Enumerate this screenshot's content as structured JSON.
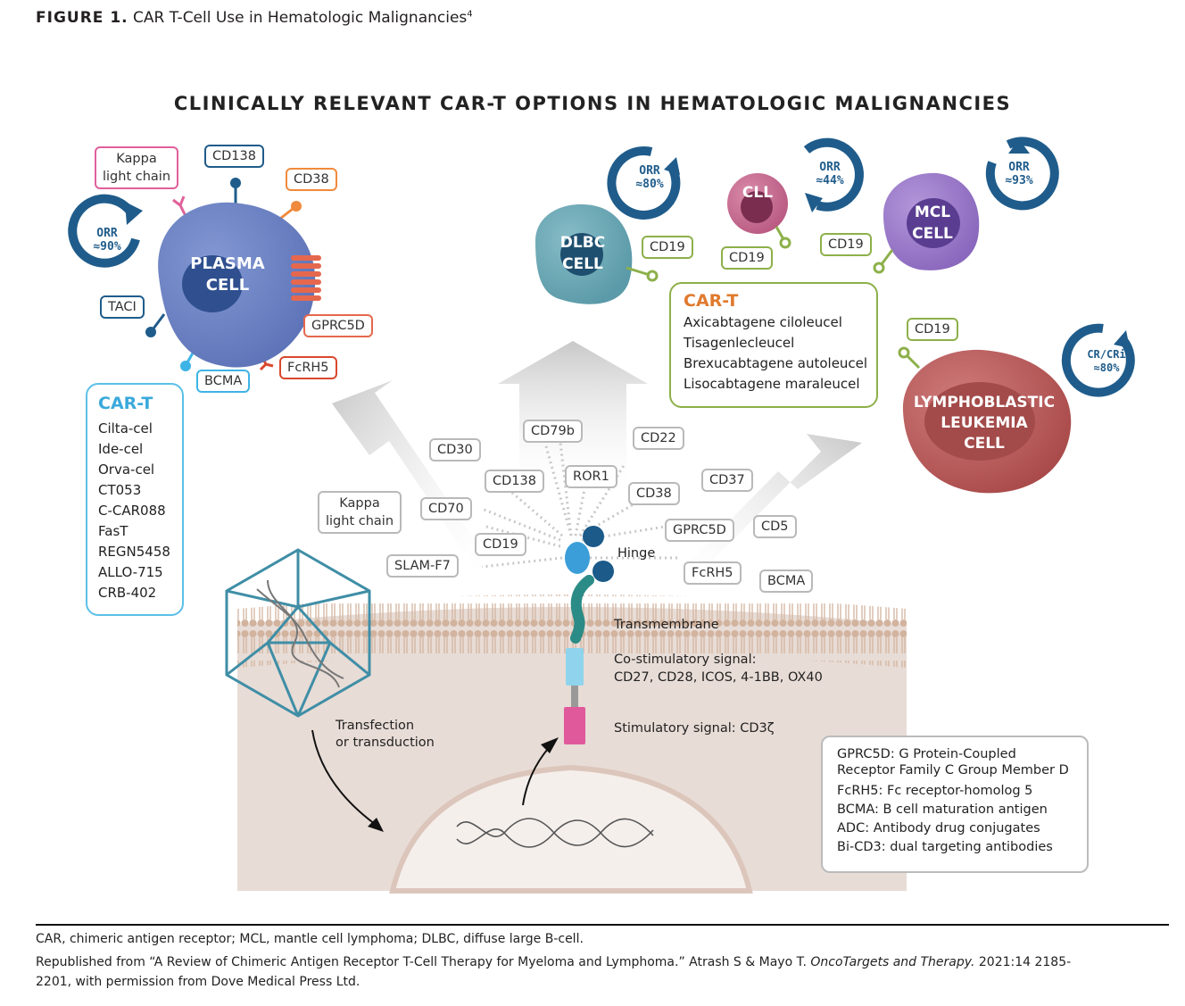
{
  "figure_label": "FIGURE 1.",
  "figure_title": "CAR T-Cell Use in Hematologic Malignancies",
  "figure_ref": "4",
  "main_title": "CLINICALLY RELEVANT CAR-T OPTIONS IN HEMATOLOGIC MALIGNANCIES",
  "plasma_cell": {
    "name_line1": "PLASMA",
    "name_line2": "CELL",
    "orr_label": "ORR",
    "orr_value": "≈90%",
    "antigens": {
      "kappa": "Kappa\nlight chain",
      "cd138": "CD138",
      "cd38": "CD38",
      "taci": "TACI",
      "gprc5d": "GPRC5D",
      "fcrh5": "FcRH5",
      "bcma": "BCMA"
    },
    "cart_title": "CAR-T",
    "cart_items": [
      "Cilta-cel",
      "Ide-cel",
      "Orva-cel",
      "CT053",
      "C-CAR088",
      "FasT",
      "REGN5458",
      "ALLO-715",
      "CRB-402"
    ]
  },
  "dlbc": {
    "line1": "DLBC",
    "line2": "CELL",
    "marker": "CD19",
    "orr_label": "ORR",
    "orr_value": "≈80%"
  },
  "cll": {
    "name": "CLL",
    "marker": "CD19",
    "orr_label": "ORR",
    "orr_value": "≈44%"
  },
  "mcl": {
    "line1": "MCL",
    "line2": "CELL",
    "marker": "CD19",
    "orr_label": "ORR",
    "orr_value": "≈93%"
  },
  "lymphoblastic": {
    "line1": "LYMPHOBLASTIC",
    "line2": "LEUKEMIA",
    "line3": "CELL",
    "marker": "CD19",
    "orr_label": "CR/CRi",
    "orr_value": "≈80%"
  },
  "bcell_cart": {
    "title": "CAR-T",
    "items": [
      "Axicabtagene ciloleucel",
      "Tisagenlecleucel",
      "Brexucabtagene autoleucel",
      "Lisocabtagene maraleucel"
    ]
  },
  "targets": {
    "cd79b": "CD79b",
    "cd22": "CD22",
    "cd30": "CD30",
    "cd138": "CD138",
    "ror1": "ROR1",
    "cd37": "CD37",
    "cd38": "CD38",
    "kappa": "Kappa\nlight chain",
    "cd70": "CD70",
    "gprc5d": "GPRC5D",
    "cd5": "CD5",
    "cd19": "CD19",
    "slamf7": "SLAM-F7",
    "fcrh5": "FcRH5",
    "bcma": "BCMA"
  },
  "car_structure": {
    "hinge": "Hinge",
    "transmembrane": "Transmembrane",
    "costim_line1": "Co-stimulatory signal:",
    "costim_line2": "CD27, CD28, ICOS, 4-1BB, OX40",
    "stim": "Stimulatory signal: CD3ζ",
    "transfection_line1": "Transfection",
    "transfection_line2": "or transduction"
  },
  "legend": [
    "GPRC5D: G Protein-Coupled",
    "Receptor Family C Group Member D",
    "FcRH5: Fc receptor-homolog 5",
    "BCMA: B cell maturation antigen",
    "ADC: Antibody drug conjugates",
    "Bi-CD3: dual targeting antibodies"
  ],
  "footnote": "CAR, chimeric antigen receptor; MCL, mantle cell lymphoma; DLBC, diffuse large B-cell.",
  "citation": {
    "prefix": "Republished from “A Review of Chimeric Antigen Receptor T-Cell Therapy for Myeloma and Lymphoma.” Atrash S & Mayo T.",
    "journal": "OncoTargets and Therapy.",
    "suffix": "2021:14 2185-",
    "line2": "2201, with permission from Dove Medical Press Ltd."
  },
  "colors": {
    "plasma": "#6d84c4",
    "dlbc": "#6aa9b6",
    "cll": "#c6678f",
    "mcl": "#9a78c8",
    "lymphoblastic": "#b85a5a",
    "orr_arrow": "#1f5c8b",
    "green_border": "#8db04a",
    "plasma_cart_border": "#5bc0e6",
    "membrane": "#d3b9a6"
  }
}
